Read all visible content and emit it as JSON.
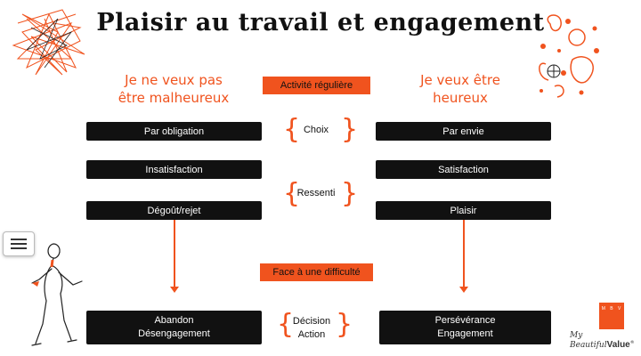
{
  "title": "Plaisir au travail et engagement",
  "left_heading": [
    "Je ne veux pas",
    "être malheureux"
  ],
  "right_heading": [
    "Je veux être",
    "heureux"
  ],
  "top_tag": "Activité régulière",
  "mid_tag": "Face à une difficulté",
  "left_boxes": [
    "Par obligation",
    "Insatisfaction",
    "Dégoût/rejet"
  ],
  "right_boxes": [
    "Par envie",
    "Satisfaction",
    "Plaisir"
  ],
  "mid_labels": {
    "choix": "Choix",
    "ressenti": "Ressenti",
    "decision": "Décision",
    "action": "Action"
  },
  "bottom_left": [
    "Abandon",
    "Désengagement"
  ],
  "bottom_right": [
    "Persévérance",
    "Engagement"
  ],
  "logo": {
    "letters": "M B V",
    "brand_script": "My Beautiful",
    "brand_bold": "Value",
    "trademark": "®"
  },
  "colors": {
    "accent": "#f0531e",
    "box": "#111111",
    "text": "#111111"
  },
  "icons": [
    "menu-icon",
    "scribble-illustration",
    "floral-illustration",
    "person-illustration"
  ]
}
